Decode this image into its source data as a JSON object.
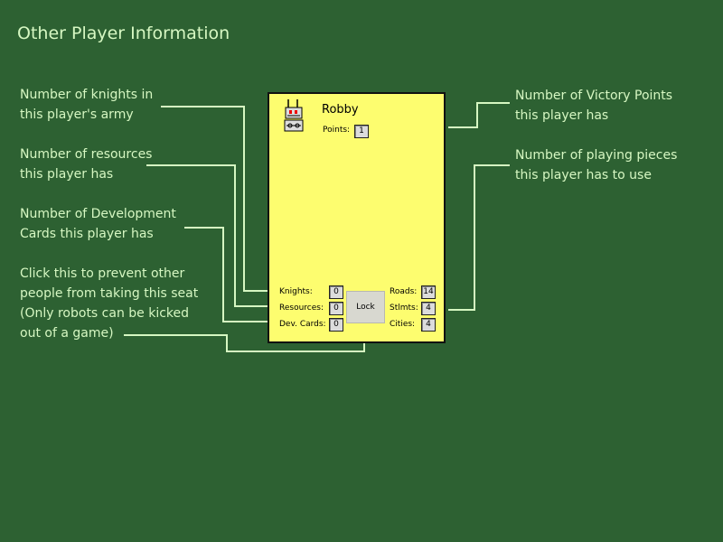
{
  "page": {
    "title": "Other Player Information"
  },
  "annotations": {
    "knights": "Number of knights in\nthis player's army",
    "resources": "Number of resources\nthis player has",
    "devcards": "Number of Development\nCards this player has",
    "lock": "Click this to prevent other\npeople from taking this seat\n(Only robots can be kicked\nout of a game)",
    "victory": "Number of Victory Points\nthis player has",
    "pieces": "Number of playing pieces\nthis player has to use"
  },
  "player": {
    "name": "Robby",
    "points_label": "Points:",
    "points": "1",
    "knights_label": "Knights:",
    "knights": "0",
    "resources_label": "Resources:",
    "resources": "0",
    "devcards_label": "Dev. Cards:",
    "devcards": "0",
    "roads_label": "Roads:",
    "roads": "14",
    "settlements_label": "Stlmts:",
    "settlements": "4",
    "cities_label": "Cities:",
    "cities": "4",
    "lock_label": "Lock",
    "avatar_icon": "robot-icon"
  },
  "colors": {
    "background": "#2d6132",
    "text": "#d6f7c2",
    "panel": "#fdfd6f",
    "lines": "#d6f7c2"
  }
}
